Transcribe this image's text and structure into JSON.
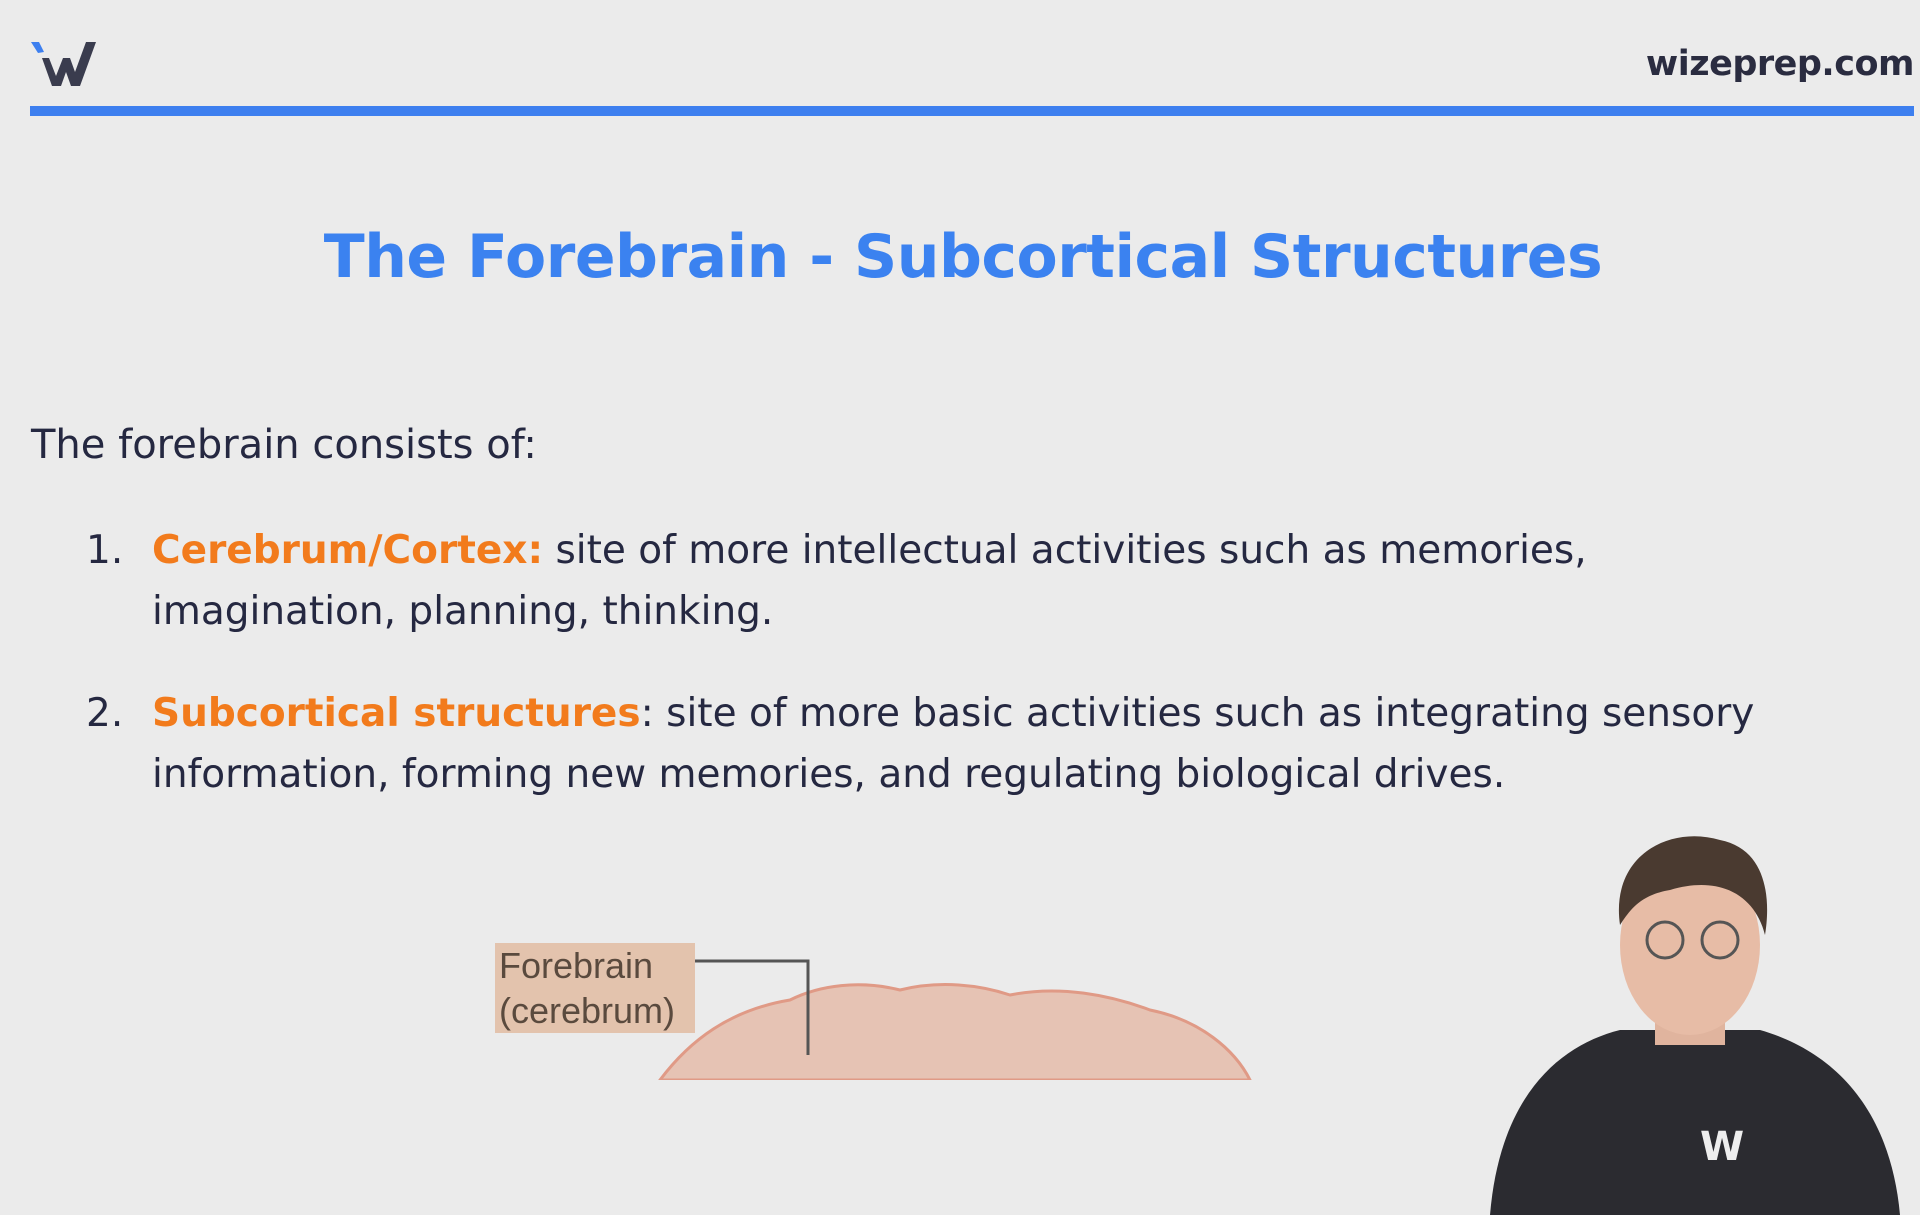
{
  "header": {
    "logo_text": "W",
    "site": "wizeprep.com"
  },
  "colors": {
    "accent": "#3b82f0",
    "highlight": "#f27b1c",
    "text": "#252841"
  },
  "slide": {
    "title": "The Forebrain - Subcortical Structures",
    "intro": "The forebrain consists of:",
    "items": [
      {
        "number": "1.",
        "term": "Cerebrum/Cortex:",
        "text": " site of more intellectual activities such as memories, imagination, planning, thinking."
      },
      {
        "number": "2.",
        "term": "Subcortical structures",
        "text": ": site of more basic activities such as integrating sensory information, forming new memories, and regulating biological drives."
      }
    ],
    "diagram_label": [
      "Forebrain",
      "(cerebrum)"
    ]
  }
}
